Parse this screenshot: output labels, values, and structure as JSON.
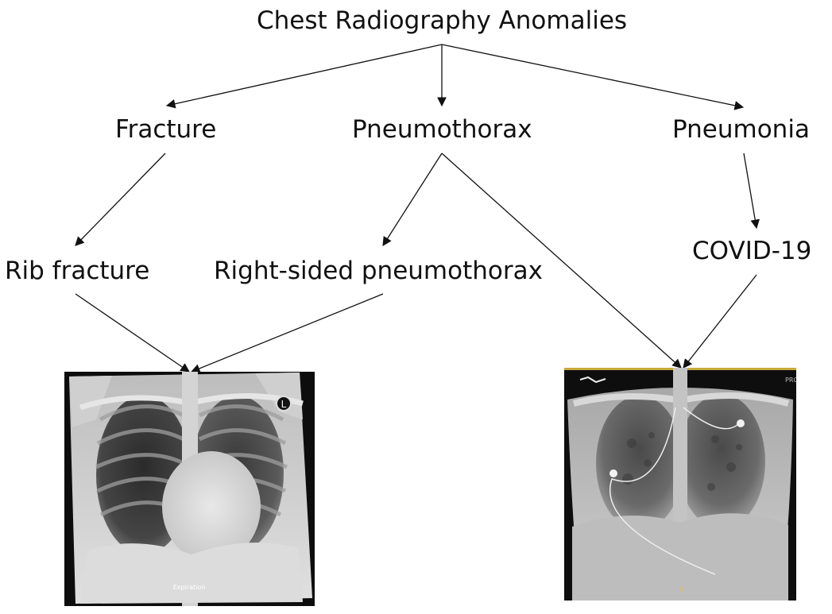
{
  "diagram": {
    "root": "Chest Radiography Anomalies",
    "categories": {
      "fracture": "Fracture",
      "pneumothorax": "Pneumothorax",
      "pneumonia": "Pneumonia"
    },
    "subtypes": {
      "rib_fracture": "Rib fracture",
      "right_pneumothorax": "Right-sided pneumothorax",
      "covid": "COVID-19"
    },
    "images": {
      "left": {
        "marker_text": "L",
        "caption": "Expiration"
      },
      "right": {
        "label_text": "F",
        "corner_text": "PRO"
      }
    }
  },
  "colors": {
    "line": "#111111",
    "background": "#ffffff"
  }
}
